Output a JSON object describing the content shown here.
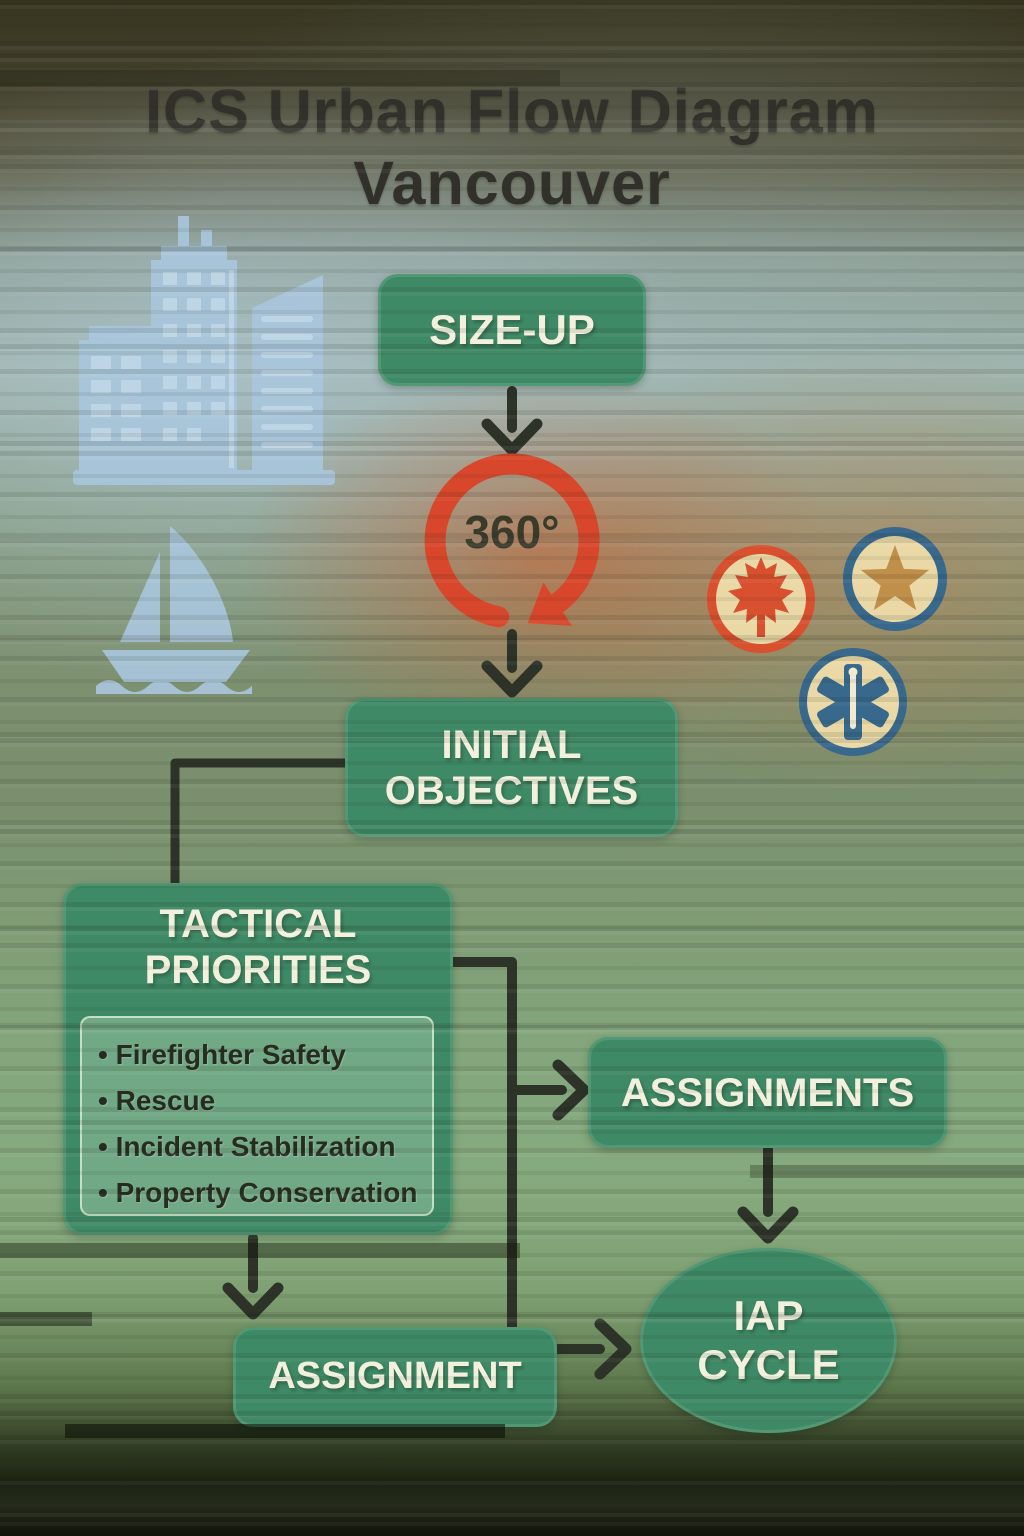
{
  "title": {
    "line1": "ICS Urban Flow Diagram",
    "line2": "Vancouver"
  },
  "flow": {
    "size_up": "SIZE-UP",
    "rotation_label": "360°",
    "initial_objectives": "INITIAL OBJECTIVES",
    "tactical_priorities": {
      "title": "TACTICAL PRIORITIES",
      "items": [
        "Firefighter Safety",
        "Rescue",
        "Incident Stabilization",
        "Property Conservation"
      ]
    },
    "assignments": "ASSIGNMENTS",
    "assignment": "ASSIGNMENT",
    "iap_cycle": "IAP CYCLE"
  },
  "icons": {
    "skyline": "city-skyline-icon",
    "sailboat": "sailboat-icon",
    "rotation": "360-rotation-arrow-icon",
    "maple": "maple-leaf-badge-icon",
    "star": "star-badge-icon",
    "star_of_life": "star-of-life-badge-icon"
  },
  "colors": {
    "node_green": "#3f8a66",
    "node_text": "#f3f1dd",
    "arrow": "#2d3328",
    "rotation_red": "#d8472b",
    "badge_cream": "#ead9a6",
    "badge_red": "#d8502e",
    "badge_blue": "#38688c",
    "star_tan": "#c08f4a",
    "icon_blue": "#a9c6dc",
    "title_text": "#31302a"
  }
}
